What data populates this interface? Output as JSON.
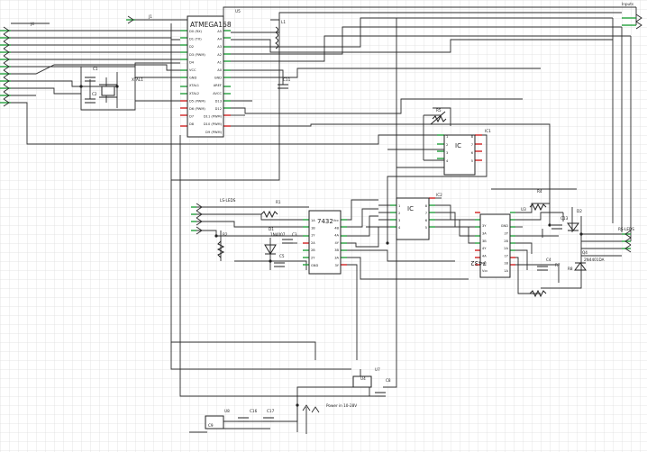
{
  "labels": {
    "top_j1": "J1",
    "top_j4": "J4",
    "u5": "U5",
    "l1": "L1",
    "c1": "C1",
    "c2": "C2",
    "c11": "C11",
    "xtal1": "XTAL1",
    "vcc": "VCC",
    "gnd": "GND",
    "ic1": "IC1",
    "ic2": "IC2",
    "u3": "U3",
    "r1": "R1",
    "r2": "R2",
    "r3": "R3",
    "r4": "R4",
    "r5": "R5",
    "c3": "C3",
    "c4": "C4",
    "c5": "C5",
    "d1": "D1",
    "d2": "D2",
    "c13": "C13",
    "c15": "C15",
    "q4": "Q4",
    "r7": "R7",
    "r8": "R8",
    "q1": "Q1",
    "u7": "U7",
    "c8": "C8",
    "c9": "C9",
    "u4": "U4",
    "u8": "U8",
    "c16": "C16",
    "c17": "C17",
    "d7": "D7",
    "ls_label": "LS-LEDS",
    "rs_label": "RS-LEDS",
    "d3_label": "1N4007",
    "power_label": "Power in 10-28V",
    "inputs_label": "Inputs",
    "q_part": "2N4401DA"
  },
  "chips": {
    "mcu": {
      "title": "ATMEGA168",
      "left_pins": [
        "D0 (RX)",
        "D1 (TX)",
        "D2",
        "D3 (PWM)",
        "D4",
        "VCC",
        "GND",
        "XTAL1",
        "XTAL2",
        "D5 (PWM)",
        "D6 (PWM)",
        "D7",
        "D8"
      ],
      "right_pins": [
        "A5",
        "A4",
        "A3",
        "A2",
        "A1",
        "A0",
        "GND",
        "AREF",
        "AVCC",
        "D13",
        "D12",
        "D11 (PWM)",
        "D10 (PWM)",
        "D9 (PWM)"
      ]
    },
    "ic1": {
      "title": "IC",
      "left_pins": [
        "1",
        "2",
        "3",
        "4"
      ],
      "right_pins": [
        "8",
        "7",
        "6",
        "5"
      ]
    },
    "ic2": {
      "title": "IC",
      "left_pins": [
        "1",
        "2",
        "3",
        "4"
      ],
      "right_pins": [
        "8",
        "7",
        "6",
        "5"
      ]
    },
    "or_left": {
      "title": "7432",
      "left_pins": [
        "1A",
        "1B",
        "1Y",
        "2A",
        "2B",
        "2Y",
        "GND"
      ],
      "right_pins": [
        "Vcc",
        "4B",
        "4A",
        "4Y",
        "3B",
        "3A",
        "3Y"
      ]
    },
    "or_right": {
      "title": "7432",
      "left_pins": [
        "1A",
        "1B",
        "1Y",
        "2A",
        "2B",
        "2Y",
        "GND"
      ],
      "right_pins": [
        "Vcc",
        "4B",
        "4A",
        "4Y",
        "3B",
        "3A",
        "3Y"
      ]
    }
  }
}
